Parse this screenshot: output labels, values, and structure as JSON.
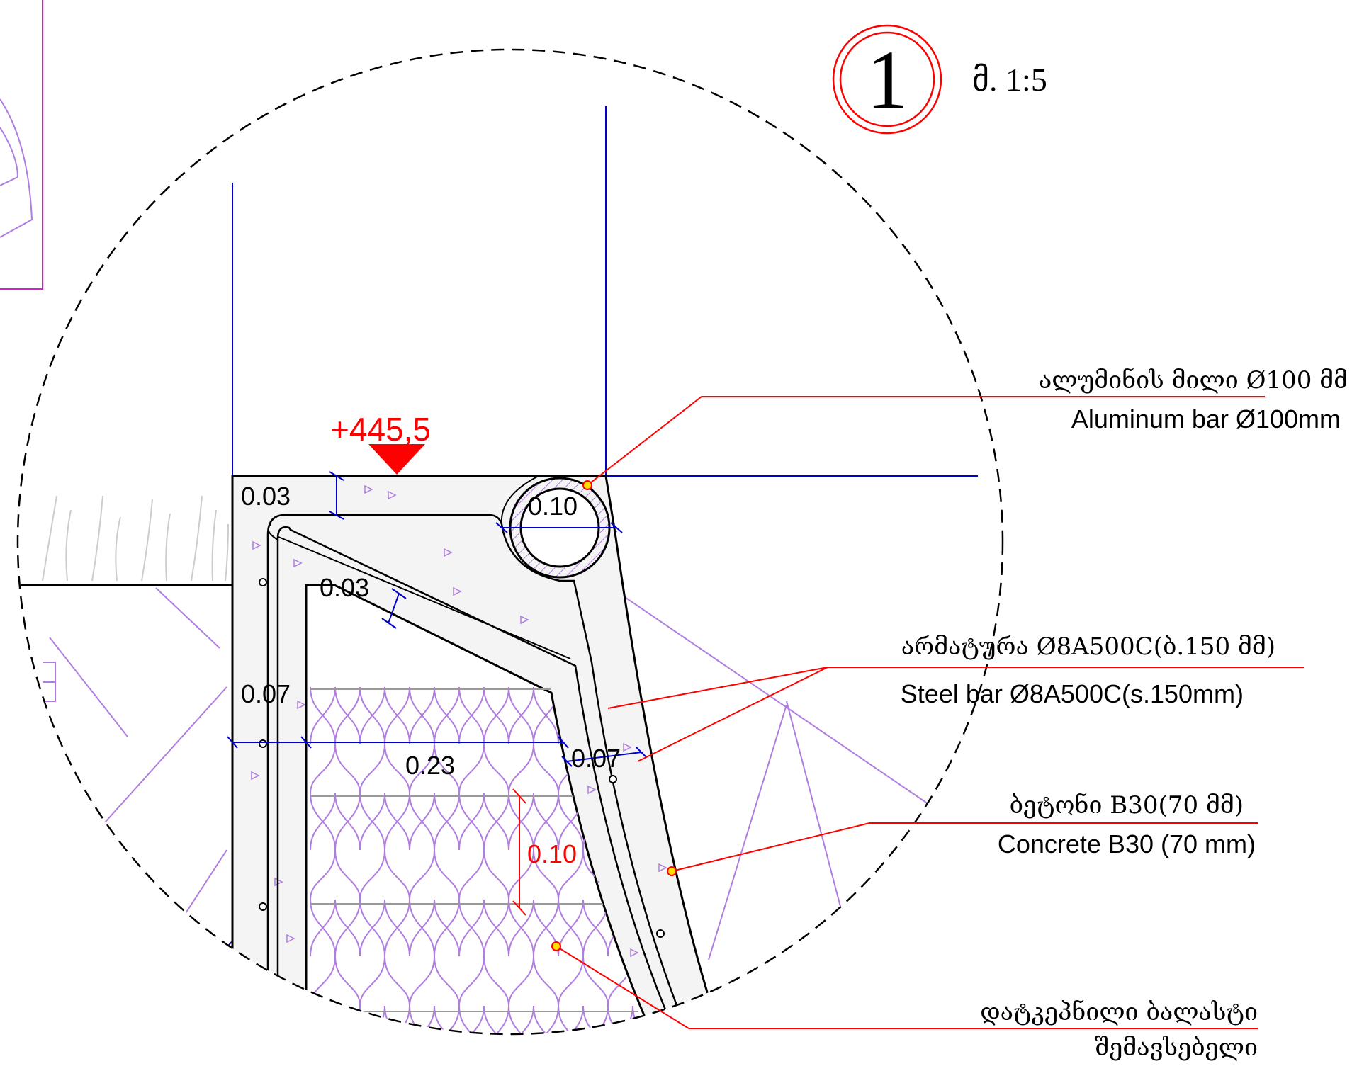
{
  "detail": {
    "number": "1",
    "scale": "მ. 1:5"
  },
  "elevation": {
    "value": "+445,5"
  },
  "dimensions": {
    "cover_top": "0.03",
    "cover_mid": "0.03",
    "pipe_diameter": "0.10",
    "wall_outer": "0.07",
    "insulation_width": "0.23",
    "shell_thickness": "0.07",
    "row_height": "0.10"
  },
  "callouts": {
    "aluminum": {
      "geo": "ალუმინის მილი Ø100 მმ",
      "en": "Aluminum bar Ø100mm"
    },
    "rebar": {
      "geo": "არმატურა Ø8A500C(ბ.150 მმ)",
      "en": "Steel bar Ø8A500C(s.150mm)"
    },
    "concrete": {
      "geo": "ბეტონი B30(70 მმ)",
      "en": "Concrete B30 (70 mm)"
    },
    "ballast": {
      "geo1": "დატკეპნილი ბალასტი",
      "geo2": "შემავსებელი"
    }
  },
  "colors": {
    "leader": "#ff0000",
    "dimension": "#0000cc",
    "insulation": "#b07de0",
    "frame": "#d01fd0",
    "elevation": "#ff0000"
  }
}
